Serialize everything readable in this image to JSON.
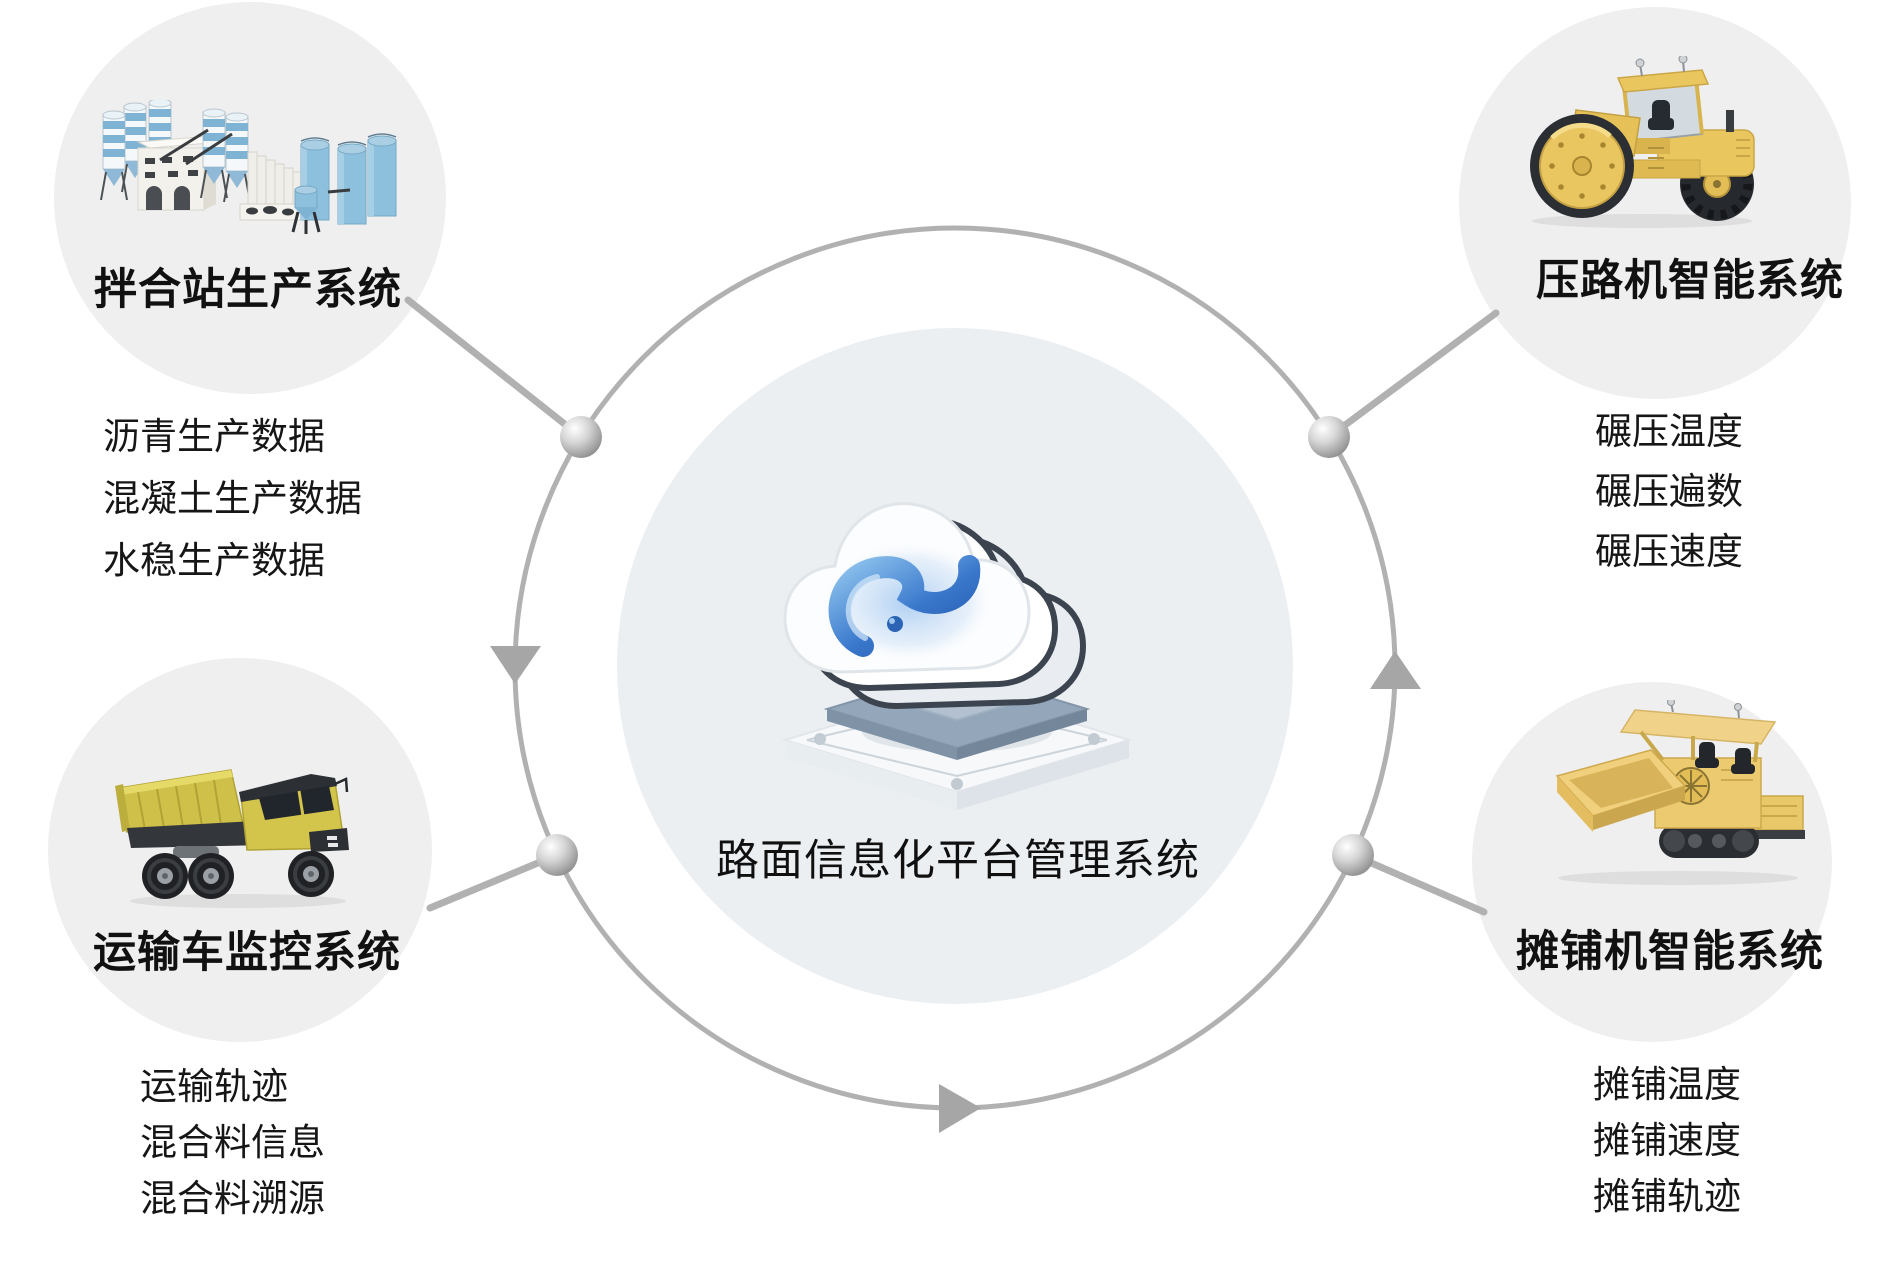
{
  "center": {
    "label": "路面信息化平台管理系统",
    "icon": "cloud-platform-3d-icon"
  },
  "quadrants": {
    "top_left": {
      "title": "拌合站生产系统",
      "icon": "mixing-plant-icon",
      "items": [
        "沥青生产数据",
        "混凝土生产数据",
        "水稳生产数据"
      ]
    },
    "top_right": {
      "title": "压路机智能系统",
      "icon": "road-roller-icon",
      "items": [
        "碾压温度",
        "碾压遍数",
        "碾压速度"
      ]
    },
    "bottom_left": {
      "title": "运输车监控系统",
      "icon": "dump-truck-icon",
      "items": [
        "运输轨迹",
        "混合料信息",
        "混合料溯源"
      ]
    },
    "bottom_right": {
      "title": "摊铺机智能系统",
      "icon": "asphalt-paver-icon",
      "items": [
        "摊铺温度",
        "摊铺速度",
        "摊铺轨迹"
      ]
    }
  },
  "colors": {
    "quadrant_circle_fill": "#efefef",
    "inner_circle_fill": "#ebeff2",
    "ring_stroke": "#b1b1b1",
    "arrow_gray": "#a6a6a6",
    "text": "#141414",
    "machine_yellow": "#e9c65f",
    "truck_yellow": "#d2c34b",
    "silo_blue": "#85b8d6",
    "tank_blue": "#8cc0dd",
    "cloud_accent_blue": "#3a78cc",
    "platform_blue_gray": "#94a6ba"
  }
}
